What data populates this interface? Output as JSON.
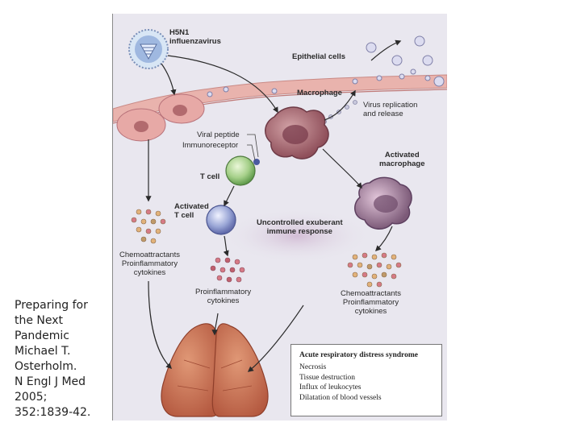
{
  "citation": {
    "lines": [
      "Preparing for",
      "the Next",
      "Pandemic",
      "Michael T.",
      "Osterholm.",
      "N Engl J Med",
      "2005;",
      "352:1839-42."
    ]
  },
  "diagram": {
    "virus_label": [
      "H5N1",
      "influenzavirus"
    ],
    "epithelial_label": "Epithelial cells",
    "macrophage_label": "Macrophage",
    "virus_replication_label": [
      "Virus replication",
      "and release"
    ],
    "viral_peptide_label": "Viral peptide",
    "immunoreceptor_label": "Immunoreceptor",
    "tcell_label": "T cell",
    "activated_macrophage_label": [
      "Activated",
      "macrophage"
    ],
    "activated_tcell_label": [
      "Activated",
      "T cell"
    ],
    "immune_response_label": [
      "Uncontrolled exuberant",
      "immune response"
    ],
    "chemo_left_label": [
      "Chemoattractants",
      "Proinflammatory",
      "cytokines"
    ],
    "proinflam_center_label": [
      "Proinflammatory",
      "cytokines"
    ],
    "chemo_right_label": [
      "Chemoattractants",
      "Proinflammatory",
      "cytokines"
    ],
    "ards": {
      "title": "Acute respiratory distress syndrome",
      "items": [
        "Necrosis",
        "Tissue destruction",
        "Influx of leukocytes",
        "Dilatation of blood vessels"
      ]
    }
  },
  "colors": {
    "epithelium": "#e9b3ad",
    "macrophage": "#b0727a",
    "activated_macrophage": "#9a7b9a",
    "tcell": "#a6d08a",
    "activated_tcell": "#9aa6d6",
    "lung": "#c87052",
    "background": "#e9e7ef"
  }
}
